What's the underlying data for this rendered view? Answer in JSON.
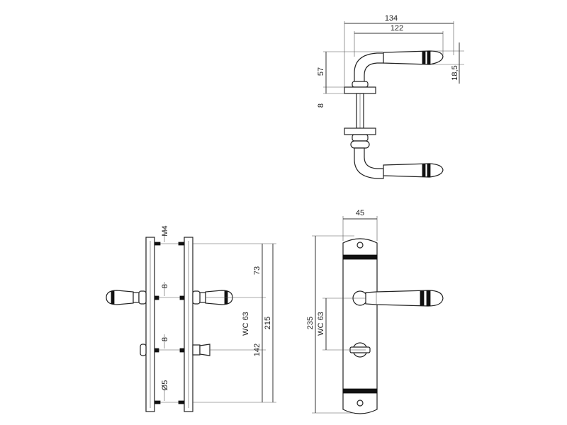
{
  "top_view": {
    "dim_134": "134",
    "dim_122": "122",
    "dim_57": "57",
    "dim_18_5": "18,5",
    "dim_8": "8"
  },
  "side_view": {
    "dim_m4": "M4",
    "dim_8_upper": "8",
    "dim_8_lower": "8",
    "dim_d5": "Ø5",
    "dim_73": "73",
    "dim_wc63": "WC 63",
    "dim_215": "215",
    "dim_142": "142"
  },
  "front_view": {
    "dim_45": "45",
    "dim_235": "235",
    "dim_wc63": "WC 63"
  }
}
